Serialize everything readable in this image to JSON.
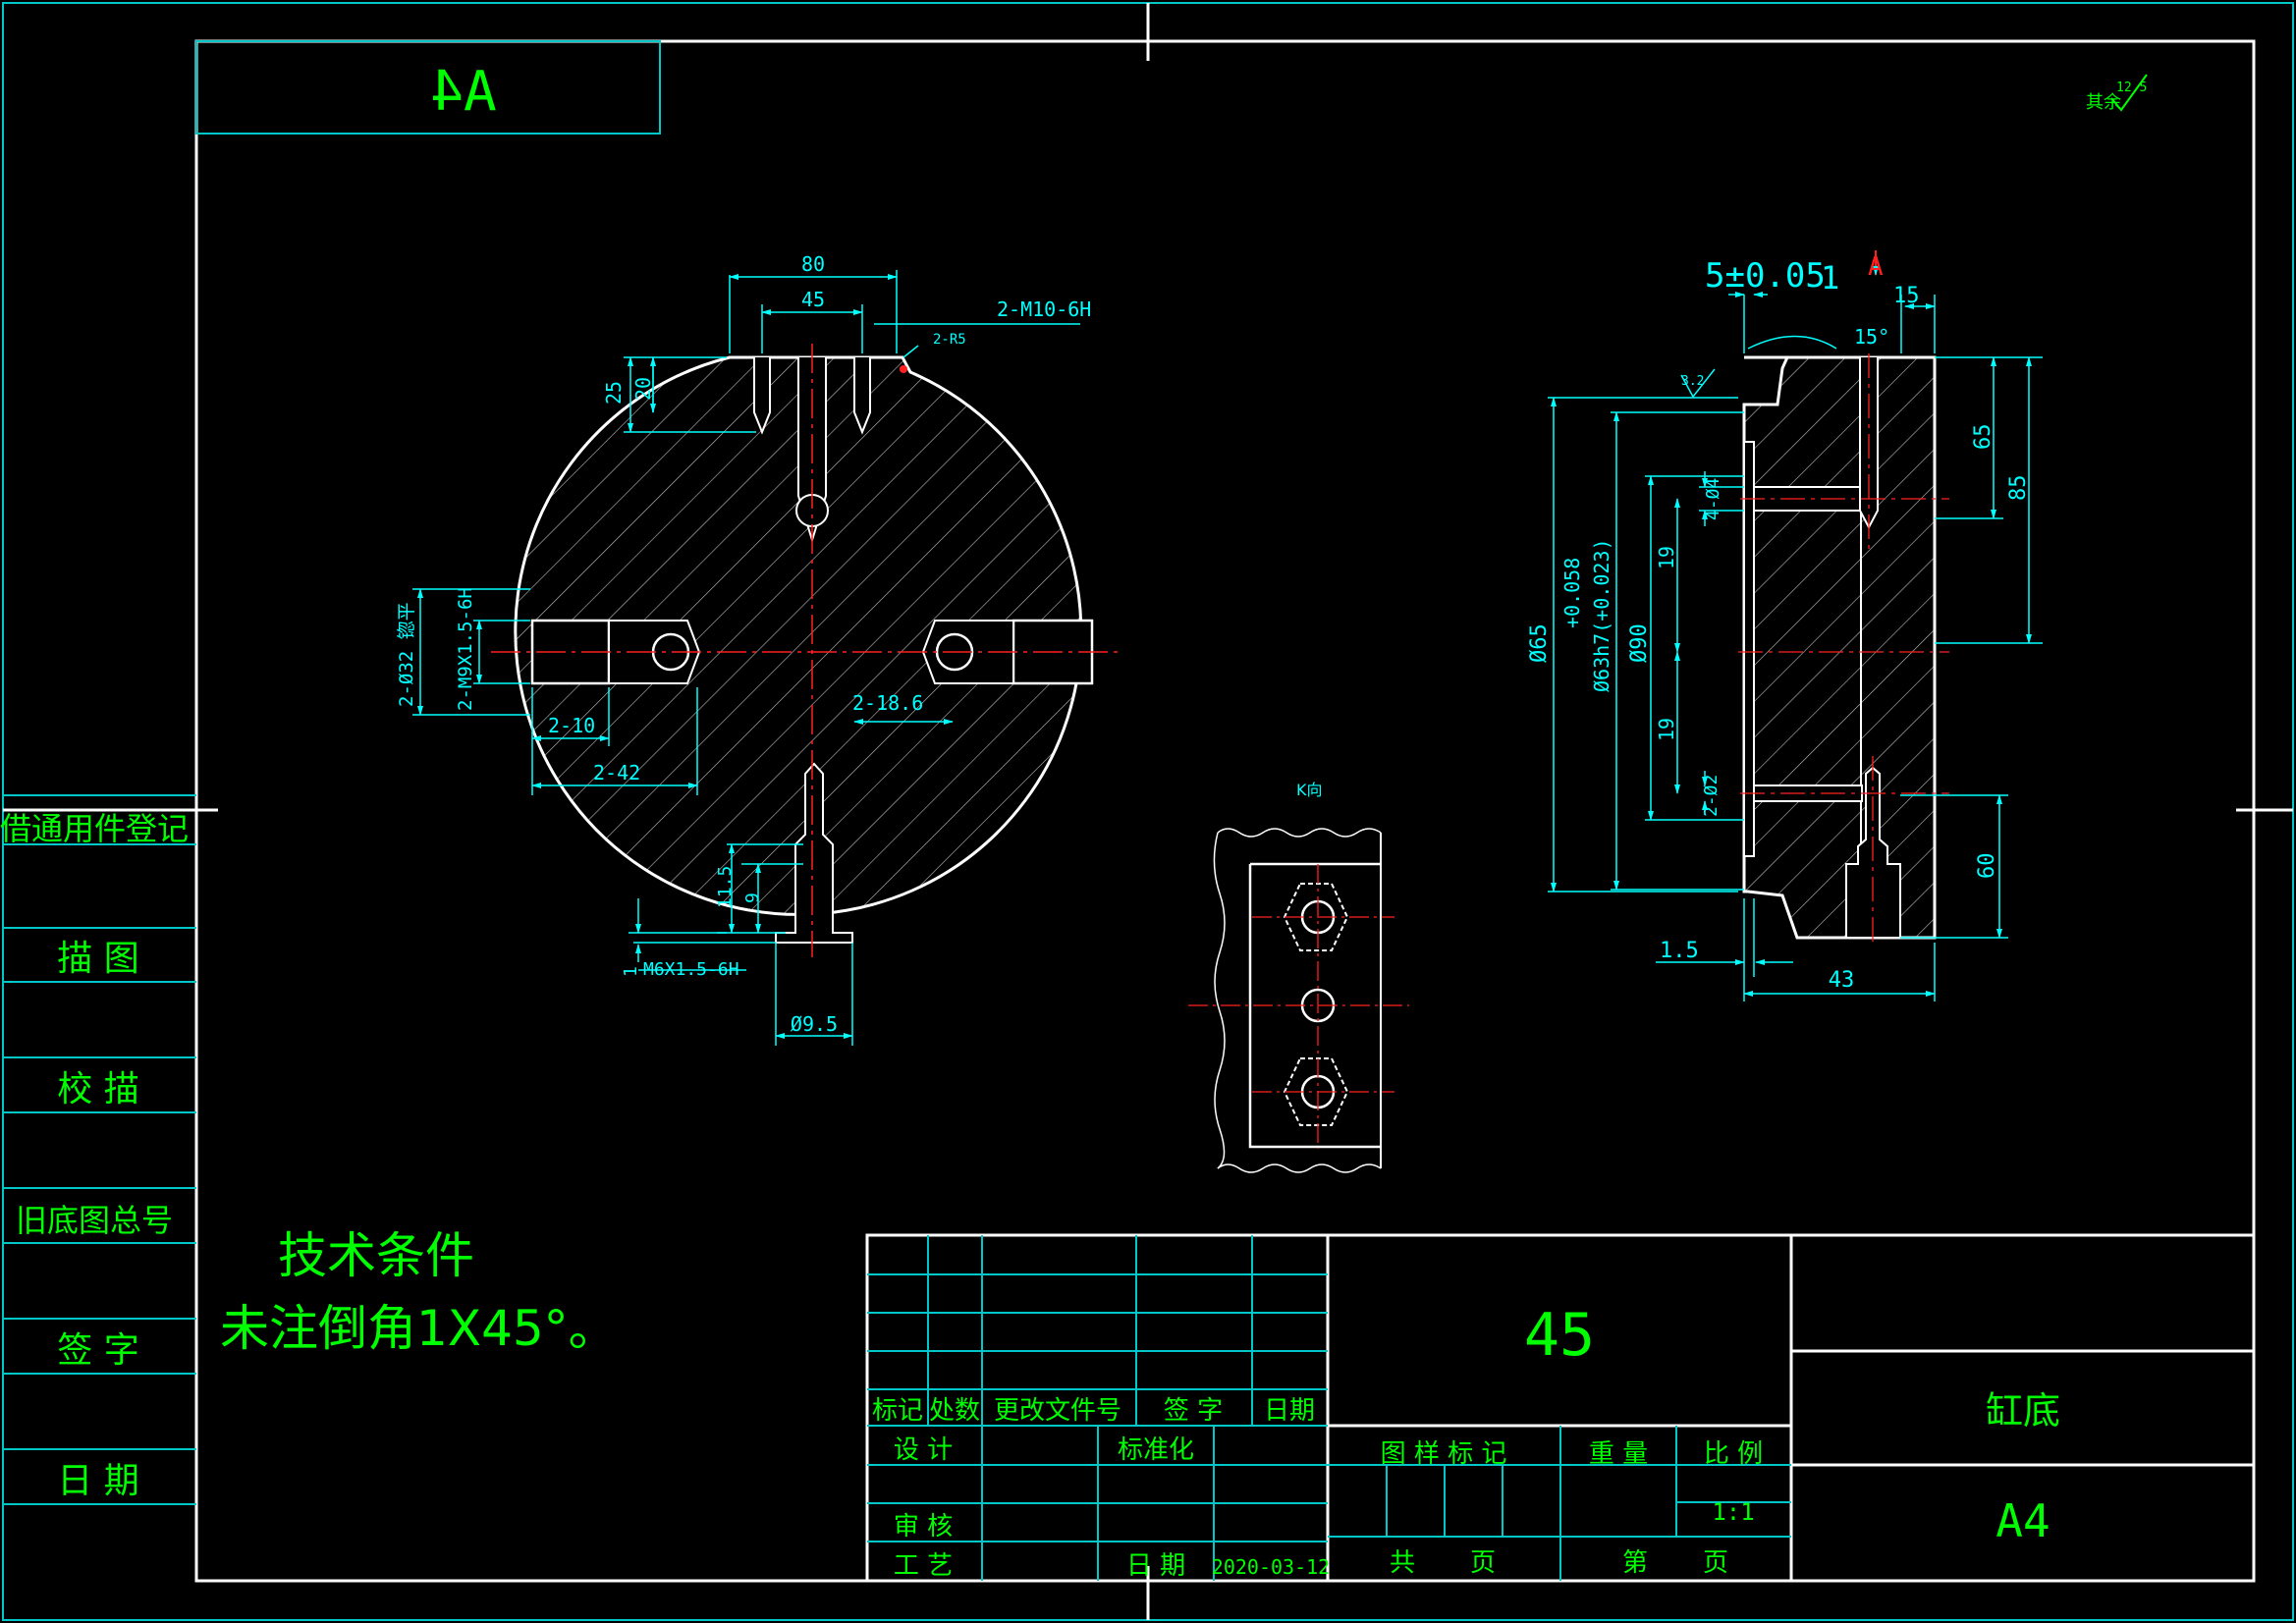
{
  "sheet": {
    "format_mirrored": "A4",
    "roughness_note": "其余",
    "roughness_value": "12.5"
  },
  "left_column": {
    "items": [
      "借通用件登记",
      "描 图",
      "校 描",
      "旧底图总号",
      "签 字",
      "日 期"
    ]
  },
  "tech_conditions": {
    "heading": "技术条件",
    "line1": "未注倒角1X45°。"
  },
  "front_view": {
    "dims": {
      "d80": "80",
      "d45": "45",
      "m10": "2-M10-6H",
      "r5": "2-R5",
      "d25": "25",
      "d20": "20",
      "phi32": "2-Ø32 锪平",
      "m9": "2-M9X1.5-6H",
      "d2_10": "2-10",
      "d2_42": "2-42",
      "d2_186": "2-18.6",
      "d115": "11.5",
      "d9": "9",
      "d1": "1",
      "m6": "M6X1.5-6H",
      "phi95": "Ø9.5"
    }
  },
  "k_view": {
    "label": "K向"
  },
  "section_view": {
    "dims": {
      "tol5": "5±0.05",
      "tol_one": "1",
      "arrow_a": "A",
      "d15": "15",
      "ang15": "15°",
      "rough32": "3.2",
      "phi65": "Ø65",
      "tol_up": "+0.058",
      "phi63": "Ø63h7(+0.023)",
      "phi90": "Ø90",
      "d19a": "19",
      "d19b": "19",
      "phi4": "4-Ø4",
      "phi2": "2-Ø2",
      "d65": "65",
      "d85": "85",
      "d60": "60",
      "d15b": "1.5",
      "d43": "43"
    }
  },
  "title_block": {
    "rev_headers": [
      "标记",
      "处数",
      "更改文件号",
      "签 字",
      "日期"
    ],
    "design": "设 计",
    "standard": "标准化",
    "review": "审 核",
    "process": "工 艺",
    "date_label": "日 期",
    "date_value": "2020-03-12",
    "material": "45",
    "mark_label": "图 样 标 记",
    "weight_label": "重 量",
    "scale_label": "比 例",
    "scale_value": "1:1",
    "total_label": "共",
    "page_label": "页",
    "sheet_label": "第",
    "sheet_page_label": "页",
    "part_name": "缸底",
    "format": "A4"
  },
  "colors": {
    "background": "#000000",
    "outline": "#ffffff",
    "frame": "#00c8c8",
    "text": "#00ff00",
    "dim": "#00ffff",
    "center": "#ff2020"
  }
}
